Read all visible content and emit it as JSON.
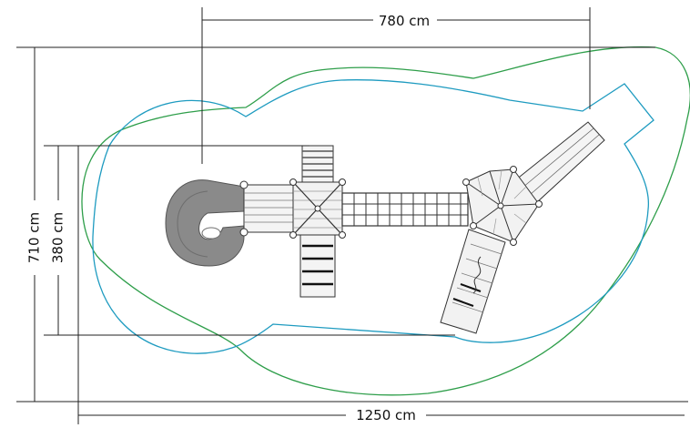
{
  "dimensions": {
    "width_overall": "1250 cm",
    "width_equipment": "780 cm",
    "depth_overall": "710 cm",
    "depth_equipment": "380 cm"
  },
  "zones": {
    "inner_zone_color": "#1e9bc0",
    "outer_zone_color": "#2e9e4a"
  },
  "equipment": {
    "slide_color": "#8a8a8a",
    "deck_fill": "#f4f4f4",
    "stroke_color": "#333333"
  }
}
